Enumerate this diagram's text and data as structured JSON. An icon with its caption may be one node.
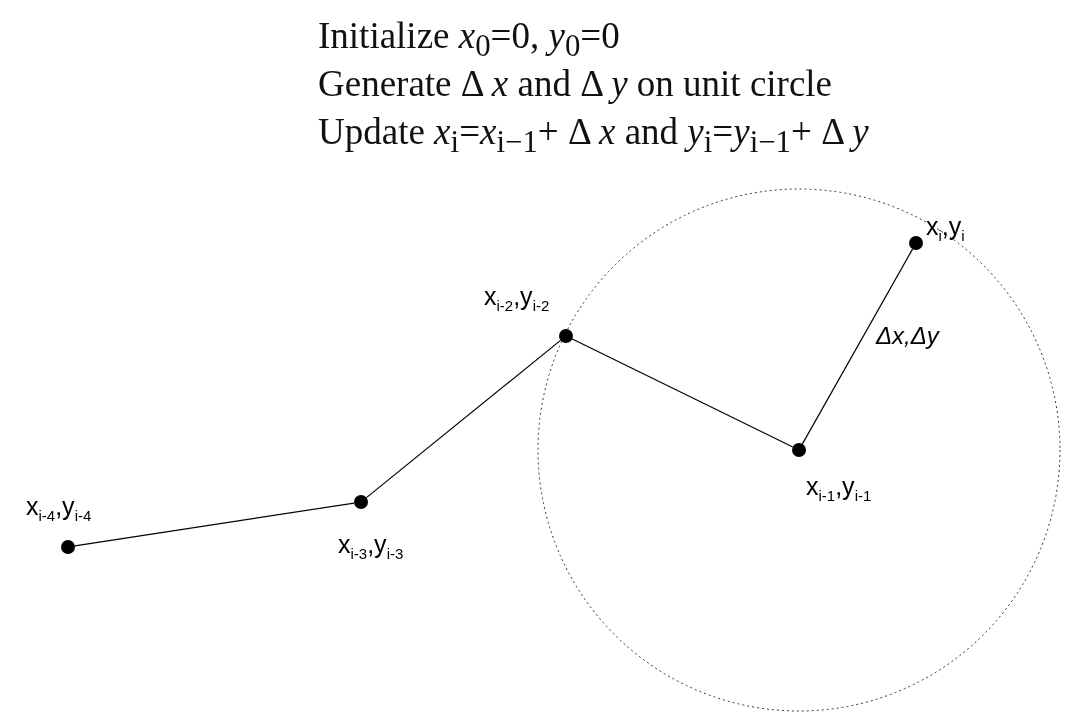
{
  "diagram": {
    "nodes": [
      {
        "text": [],
        "shape": "circle",
        "beside": [
          "x$_{i-4}$,y$_{i-4}$"
        ]
      },
      {
        "text": [],
        "shape": "circle",
        "beside": [
          "x$_{i-3}$,y$_{i-3}$"
        ]
      },
      {
        "text": [],
        "shape": "circle",
        "beside": [
          "x$_{i-2}$,y$_{i-2}$"
        ]
      },
      {
        "text": [],
        "shape": "circle",
        "beside": [
          "x$_{i-1}$,y$_{i-1}$"
        ]
      },
      {
        "text": [],
        "shape": "circle",
        "beside": [
          "x$_{i}$,y$_{i}$"
        ]
      }
    ],
    "edges": [
      {
        "from": 0,
        "to": 1,
        "arrow": "none"
      },
      {
        "from": 1,
        "to": 2,
        "arrow": "none"
      },
      {
        "from": 2,
        "to": 3,
        "arrow": "none"
      },
      {
        "from": 3,
        "to": 4,
        "arrow": "none",
        "label": "Δx,Δy"
      }
    ],
    "labels": [
      "Initialize *x*$_{0}$=0, *y*$_{0}$=0",
      "Generate Δ *x* and Δ *y* on unit circle",
      "Update *x*$_{i}$=*x*$_{i−1}$+ Δ *x* and *y*$_{i}$=*y*$_{i−1}$+ Δ *y*"
    ]
  }
}
